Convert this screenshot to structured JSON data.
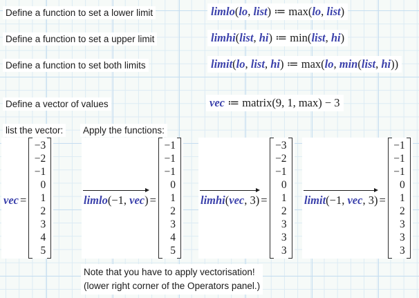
{
  "colors": {
    "math_variable": "#3b41ab",
    "math_text": "#1b1b1b",
    "grid_minor": "#dcebf4",
    "grid_major": "#c6def0",
    "canvas_bg": "#f6faf8",
    "region_bg": "#ffffff"
  },
  "definitions": [
    {
      "label": "Define a function to set a lower limit",
      "math": [
        [
          "v",
          "limlo"
        ],
        [
          "p",
          "("
        ],
        [
          "v",
          "lo"
        ],
        [
          "p",
          ", "
        ],
        [
          "v",
          "list"
        ],
        [
          "p",
          ") ≔ max("
        ],
        [
          "v",
          "lo"
        ],
        [
          "p",
          ", "
        ],
        [
          "v",
          "list"
        ],
        [
          "p",
          ")"
        ]
      ]
    },
    {
      "label": "Define a function to set a upper limit",
      "math": [
        [
          "v",
          "limhi"
        ],
        [
          "p",
          "("
        ],
        [
          "v",
          "list"
        ],
        [
          "p",
          ", "
        ],
        [
          "v",
          "hi"
        ],
        [
          "p",
          ") ≔ min("
        ],
        [
          "v",
          "list"
        ],
        [
          "p",
          ", "
        ],
        [
          "v",
          "hi"
        ],
        [
          "p",
          ")"
        ]
      ]
    },
    {
      "label": "Define a function to set both limits",
      "math": [
        [
          "v",
          "limit"
        ],
        [
          "p",
          "("
        ],
        [
          "v",
          "lo"
        ],
        [
          "p",
          ", "
        ],
        [
          "v",
          "list"
        ],
        [
          "p",
          ", "
        ],
        [
          "v",
          "hi"
        ],
        [
          "p",
          ") ≔ max("
        ],
        [
          "v",
          "lo"
        ],
        [
          "p",
          ", "
        ],
        [
          "v",
          "min"
        ],
        [
          "p",
          "("
        ],
        [
          "v",
          "list"
        ],
        [
          "p",
          ", "
        ],
        [
          "v",
          "hi"
        ],
        [
          "p",
          "))"
        ]
      ]
    },
    {
      "label": "Define a vector of values",
      "math": [
        [
          "v",
          "vec"
        ],
        [
          "p",
          " ≔ matrix(9, 1, max) − 3"
        ]
      ]
    }
  ],
  "section": {
    "list_label": "list the vector:",
    "apply_label": "Apply the functions:"
  },
  "results": [
    {
      "tokens": [
        [
          "v",
          "vec"
        ]
      ],
      "vectorized": false,
      "equals": "=",
      "values": [
        "−3",
        "−2",
        "−1",
        "0",
        "1",
        "2",
        "3",
        "4",
        "5"
      ]
    },
    {
      "tokens": [
        [
          "v",
          "limlo"
        ],
        [
          "p",
          "(−1, "
        ],
        [
          "v",
          "vec"
        ],
        [
          "p",
          ")"
        ]
      ],
      "vectorized": true,
      "equals": "=",
      "values": [
        "−1",
        "−1",
        "−1",
        "0",
        "1",
        "2",
        "3",
        "4",
        "5"
      ]
    },
    {
      "tokens": [
        [
          "v",
          "limhi"
        ],
        [
          "p",
          "("
        ],
        [
          "v",
          "vec"
        ],
        [
          "p",
          ", 3)"
        ]
      ],
      "vectorized": true,
      "equals": "=",
      "values": [
        "−3",
        "−2",
        "−1",
        "0",
        "1",
        "2",
        "3",
        "3",
        "3"
      ]
    },
    {
      "tokens": [
        [
          "v",
          "limit"
        ],
        [
          "p",
          "(−1, "
        ],
        [
          "v",
          "vec"
        ],
        [
          "p",
          ", 3)"
        ]
      ],
      "vectorized": true,
      "equals": "=",
      "values": [
        "−1",
        "−1",
        "−1",
        "0",
        "1",
        "2",
        "3",
        "3",
        "3"
      ]
    }
  ],
  "note": {
    "line1": "Note that you have to apply vectorisation!",
    "line2": "(lower right corner of the Operators panel.)"
  }
}
